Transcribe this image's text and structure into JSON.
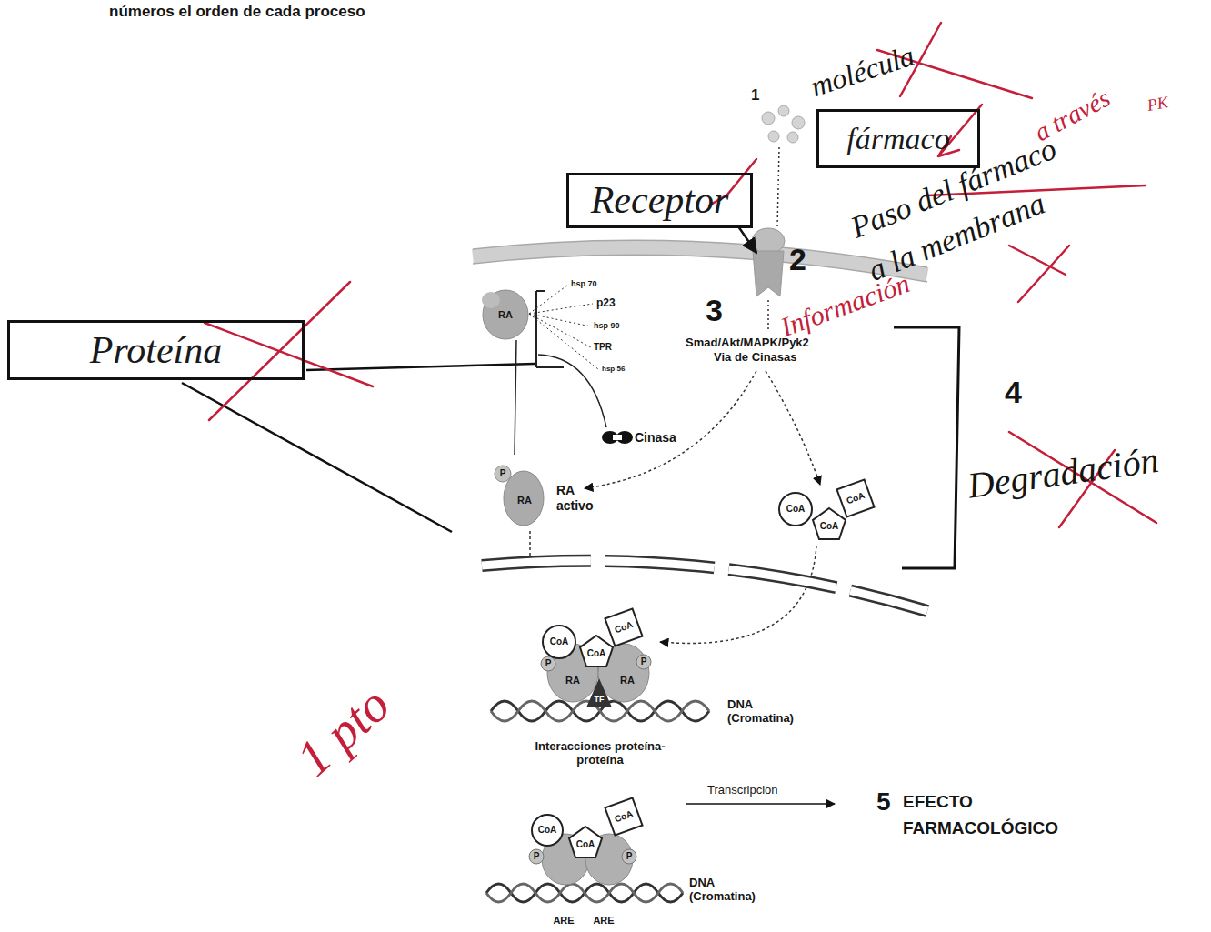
{
  "diagram": {
    "nodes": [
      {
        "text": [
          "fármaco"
        ]
      },
      {
        "text": [
          "Receptor"
        ]
      },
      {
        "text": [
          "Proteína"
        ]
      }
    ],
    "labels": [
      "números el orden de cada proceso",
      "1",
      "molécula",
      "a través",
      "PK",
      "Paso del fármaco a la membrana",
      "2",
      "Información",
      "hsp 70",
      "p23",
      "RA",
      "hsp 90",
      "3",
      "Smad/Akt/MAPK/Pyk2",
      "Via de Cinasas",
      "TPR",
      "hsp 56",
      "4",
      "Cinasa",
      "Degradación",
      "P",
      "RA",
      "RA activo",
      "CoA",
      "CoA",
      "CoA",
      "CoA",
      "CoA",
      "CoA",
      "P",
      "RA",
      "RA",
      "P",
      "TF",
      "DNA (Cromatina)",
      "1 pto",
      "Interacciones proteína-proteína",
      "Transcripcion",
      "5",
      "EFECTO FARMACOLÓGICO",
      "CoA",
      "CoA",
      "CoA",
      "P",
      "P",
      "DNA (Cromatina)",
      "ARE",
      "ARE"
    ]
  }
}
